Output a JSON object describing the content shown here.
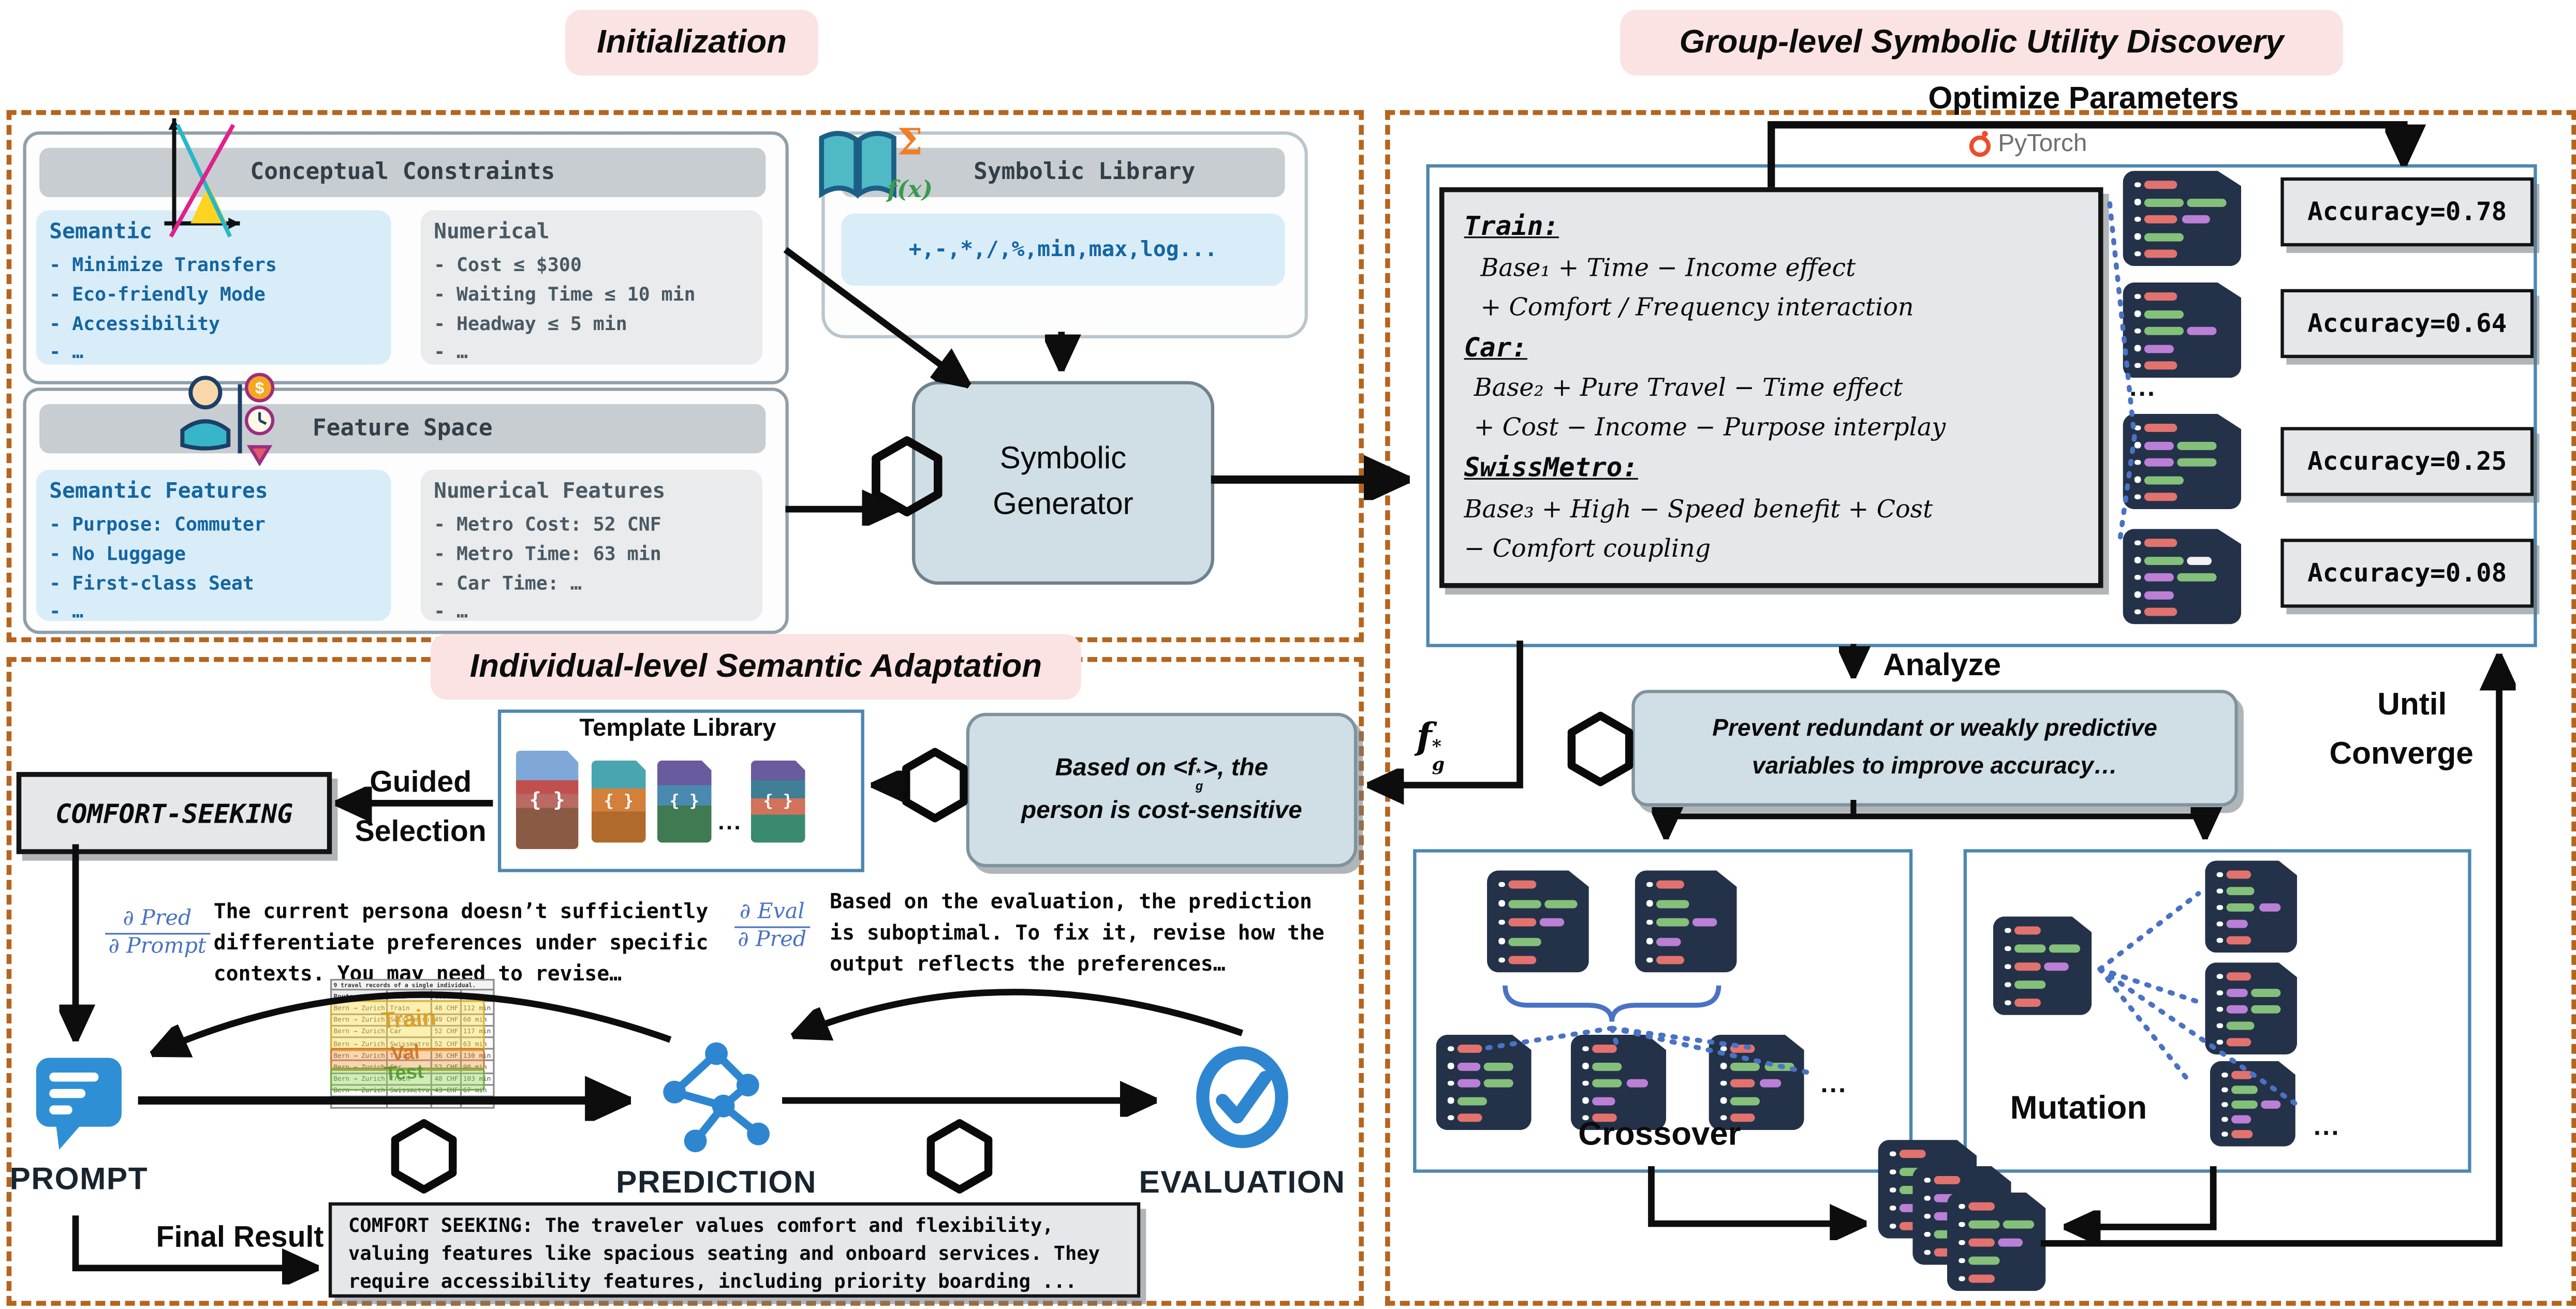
{
  "titles": {
    "init": "Initialization",
    "group": "Group-level Symbolic Utility Discovery",
    "indiv": "Individual-level Semantic Adaptation"
  },
  "conceptual": {
    "header": "Conceptual Constraints",
    "semantic": {
      "title": "Semantic",
      "items": [
        "- Minimize Transfers",
        "- Eco-friendly Mode",
        "- Accessibility",
        "- …"
      ]
    },
    "numerical": {
      "title": "Numerical",
      "items": [
        "- Cost ≤ $300",
        "- Waiting Time ≤ 10 min",
        "- Headway ≤ 5 min",
        "- …"
      ]
    }
  },
  "feature": {
    "header": "Feature Space",
    "semantic": {
      "title": "Semantic Features",
      "items": [
        "- Purpose: Commuter",
        "- No Luggage",
        "- First-class Seat",
        "- …"
      ]
    },
    "numerical": {
      "title": "Numerical Features",
      "items": [
        "- Metro Cost: 52 CNF",
        "- Metro Time: 63 min",
        "- Car Time: …",
        "- …"
      ]
    }
  },
  "library": {
    "title": "Symbolic Library",
    "ops": "+,-,*,/,%,min,max,log...",
    "sigma": "Σ",
    "fx": "f(x)"
  },
  "generator": {
    "line1": "Symbolic",
    "line2": "Generator"
  },
  "group": {
    "optimize_label": "Optimize Parameters",
    "pytorch": "PyTorch",
    "formulas": [
      {
        "name": "Train:",
        "lines": [
          "Base₁ + Time − Income effect",
          "+ Comfort / Frequency interaction"
        ]
      },
      {
        "name": "Car:",
        "lines": [
          "Base₂ + Pure Travel − Time effect",
          "+ Cost − Income − Purpose interplay"
        ]
      },
      {
        "name": "SwissMetro:",
        "lines": [
          "Base₃ + High − Speed benefit + Cost",
          "− Comfort coupling"
        ]
      }
    ],
    "accuracies": [
      "Accuracy=0.78",
      "Accuracy=0.64",
      "Accuracy=0.25",
      "Accuracy=0.08"
    ],
    "files_dots": "...",
    "analyze": "Analyze",
    "fg": {
      "base": "f",
      "sup": "*",
      "sub": "g"
    },
    "prevent_line1": "Prevent redundant or weakly predictive",
    "prevent_line2": "variables to improve accuracy…",
    "crossover": "Crossover",
    "mutation": "Mutation",
    "cross_dots": "...",
    "mut_dots": "...",
    "until": "Until",
    "converge": "Converge"
  },
  "indiv": {
    "comfort": "COMFORT-SEEKING",
    "guided1": "Guided",
    "guided2": "Selection",
    "template_title": "Template Library",
    "braces": "{ }",
    "template_dots": "...",
    "based_on": {
      "l1a": "Based on <f",
      "sup": "*",
      "sub": "g",
      "l1b": ">, the",
      "l2": "person is cost-sensitive"
    },
    "d_pred": "∂ Pred",
    "d_prompt": "∂ Prompt",
    "d_eval": "∂ Eval",
    "d_pred2": "∂ Pred",
    "feedback1": "The current persona doesn’t sufficiently differentiate preferences under specific contexts. You may need to revise…",
    "feedback2": "Based on the evaluation, the prediction is suboptimal. To fix it, revise how the output reflects the preferences…",
    "prompt": "PROMPT",
    "prediction": "PREDICTION",
    "evaluation": "EVALUATION",
    "final_label": "Final Result",
    "final_text": "COMFORT SEEKING: The traveler values comfort and flexibility, valuing features like spacious seating and onboard services. They require accessibility features, including priority boarding ..."
  },
  "table": {
    "caption": "9 travel records of a single individual.",
    "headers": [
      "Route",
      "Mode",
      "Cost",
      "Time"
    ],
    "rows": [
      [
        "Bern → Zurich",
        "Train",
        "48 CHF",
        "112 min"
      ],
      [
        "Bern → Zurich",
        "Swissmetro",
        "49 CHF",
        "60 min"
      ],
      [
        "Bern → Zurich",
        "Car",
        "52 CHF",
        "117 min"
      ],
      [
        "Bern → Zurich",
        "Swissmetro",
        "52 CHF",
        "63 min"
      ],
      [
        "Bern → Zurich",
        "Train",
        "36 CHF",
        "130 min"
      ],
      [
        "Bern → Zurich",
        "Car",
        "52 CHF",
        "90 min"
      ],
      [
        "Bern → Zurich",
        "Train",
        "48 CHF",
        "103 min"
      ],
      [
        "Bern → Zurich",
        "Swissmetro",
        "43 CHF",
        "67 min"
      ],
      [
        "Bern → Zurich",
        "Car",
        "65 CHF",
        "72 min"
      ]
    ],
    "overlays": {
      "train": "Train",
      "val": "Val",
      "test": "Test"
    }
  },
  "colors": {
    "accent_orange": "#b5651d",
    "panel_blue": "#4d87b0",
    "pink": "#fbe3e3",
    "light_blue": "#d8edf8",
    "navy_file": "#233248",
    "pytorch_orange": "#ee4c2c",
    "flow_blue": "#2e86d1"
  }
}
